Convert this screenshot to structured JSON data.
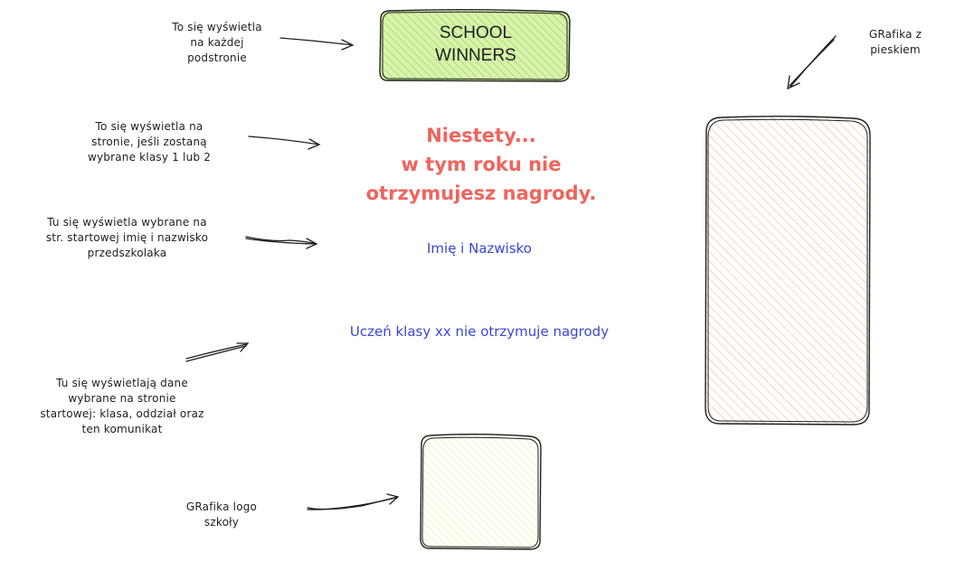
{
  "header_box": {
    "text": "SCHOOL\nWINNERS",
    "fill": "#c8ec94",
    "stroke": "#1e1e1e"
  },
  "main": {
    "headline": "Niestety...\nw tym roku nie\notrzymujesz nagrody.",
    "headline_color": "#f0645d",
    "student_name": "Imię i Nazwisko",
    "class_message": "Uczeń klasy xx nie otrzymuje nagrody",
    "text_color": "#3b45d6"
  },
  "annotations": {
    "every_subpage": "To się wyświetla\nna każdej\npodstronie",
    "class_1_or_2": "To się wyświetla na\nstronie, jeśli zostaną\nwybrane klasy 1 lub 2",
    "student_name_note": "Tu się wyświetla wybrane na\nstr. startowej imię i nazwisko\nprzedszkolaka",
    "class_data_note": "Tu się wyświetlają dane\nwybrane na stronie\nstartowej: klasa, oddział oraz\nten komunikat",
    "logo_note": "GRafika logo\nszkoły",
    "dog_note": "GRafika z\npieskiem"
  },
  "placeholders": {
    "dog_image_fill": "#ffe0c0",
    "logo_image_fill": "#f4fac0"
  }
}
